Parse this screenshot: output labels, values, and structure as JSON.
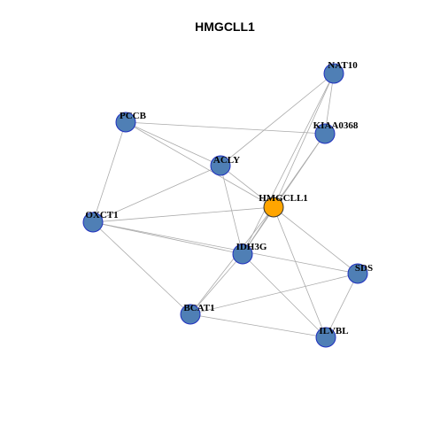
{
  "title": "HMGCLL1",
  "colors": {
    "neighbor": "#4f7fb5",
    "center": "#ffa500",
    "edge": "#aaaaaa"
  },
  "nodes": [
    {
      "id": "NAT10",
      "label": "NAT10",
      "role": "neighbor"
    },
    {
      "id": "KIAA0368",
      "label": "KIAA0368",
      "role": "neighbor"
    },
    {
      "id": "PCCB",
      "label": "PCCB",
      "role": "neighbor"
    },
    {
      "id": "ACLY",
      "label": "ACLY",
      "role": "neighbor"
    },
    {
      "id": "HMGCLL1",
      "label": "HMGCLL1",
      "role": "center"
    },
    {
      "id": "OXCT1",
      "label": "OXCT1",
      "role": "neighbor"
    },
    {
      "id": "IDH3G",
      "label": "IDH3G",
      "role": "neighbor"
    },
    {
      "id": "SDS",
      "label": "SDS",
      "role": "neighbor"
    },
    {
      "id": "BCAT1",
      "label": "BCAT1",
      "role": "neighbor"
    },
    {
      "id": "ILVBL",
      "label": "ILVBL",
      "role": "neighbor"
    }
  ],
  "edges": [
    [
      "NAT10",
      "KIAA0368"
    ],
    [
      "NAT10",
      "ACLY"
    ],
    [
      "NAT10",
      "HMGCLL1"
    ],
    [
      "NAT10",
      "IDH3G"
    ],
    [
      "KIAA0368",
      "PCCB"
    ],
    [
      "KIAA0368",
      "HMGCLL1"
    ],
    [
      "KIAA0368",
      "IDH3G"
    ],
    [
      "PCCB",
      "ACLY"
    ],
    [
      "PCCB",
      "HMGCLL1"
    ],
    [
      "PCCB",
      "OXCT1"
    ],
    [
      "ACLY",
      "HMGCLL1"
    ],
    [
      "ACLY",
      "OXCT1"
    ],
    [
      "ACLY",
      "IDH3G"
    ],
    [
      "HMGCLL1",
      "OXCT1"
    ],
    [
      "HMGCLL1",
      "IDH3G"
    ],
    [
      "HMGCLL1",
      "SDS"
    ],
    [
      "HMGCLL1",
      "BCAT1"
    ],
    [
      "HMGCLL1",
      "ILVBL"
    ],
    [
      "OXCT1",
      "IDH3G"
    ],
    [
      "OXCT1",
      "BCAT1"
    ],
    [
      "OXCT1",
      "SDS"
    ],
    [
      "IDH3G",
      "BCAT1"
    ],
    [
      "IDH3G",
      "ILVBL"
    ],
    [
      "SDS",
      "BCAT1"
    ],
    [
      "SDS",
      "ILVBL"
    ],
    [
      "BCAT1",
      "ILVBL"
    ]
  ]
}
